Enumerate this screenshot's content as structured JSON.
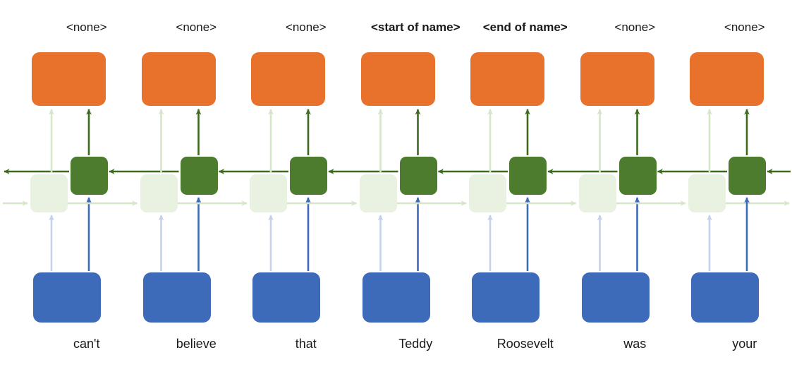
{
  "diagram": {
    "title": "Bidirectional RNN named-entity tagging over a token sequence",
    "type": "bidirectional-rnn",
    "columns": [
      {
        "index": 0,
        "input_token": "can't",
        "output_label": "<none>",
        "output_emphasis": false
      },
      {
        "index": 1,
        "input_token": "believe",
        "output_label": "<none>",
        "output_emphasis": false
      },
      {
        "index": 2,
        "input_token": "that",
        "output_label": "<none>",
        "output_emphasis": false
      },
      {
        "index": 3,
        "input_token": "Teddy",
        "output_label": "<start of name>",
        "output_emphasis": true
      },
      {
        "index": 4,
        "input_token": "Roosevelt",
        "output_label": "<end of name>",
        "output_emphasis": true
      },
      {
        "index": 5,
        "input_token": "was",
        "output_label": "<none>",
        "output_emphasis": false
      },
      {
        "index": 6,
        "input_token": "your",
        "output_label": "<none>",
        "output_emphasis": false
      }
    ],
    "colors": {
      "output_box": "#E8722B",
      "input_box": "#3D6AB9",
      "forward_cell": "#E9F1E1",
      "backward_cell": "#4D7C2F",
      "forward_arrow": "#D7E6C8",
      "backward_arrow": "#3C6B1F",
      "input_arrow_forward": "#C4D2EC",
      "input_arrow_backward": "#3D6AB9",
      "text": "#1a1a1a",
      "background": "#ffffff"
    },
    "layers": {
      "output_layer_name": "output-label-layer",
      "backward_layer_name": "backward-hidden-layer",
      "forward_layer_name": "forward-hidden-layer",
      "input_layer_name": "input-token-layer"
    }
  }
}
